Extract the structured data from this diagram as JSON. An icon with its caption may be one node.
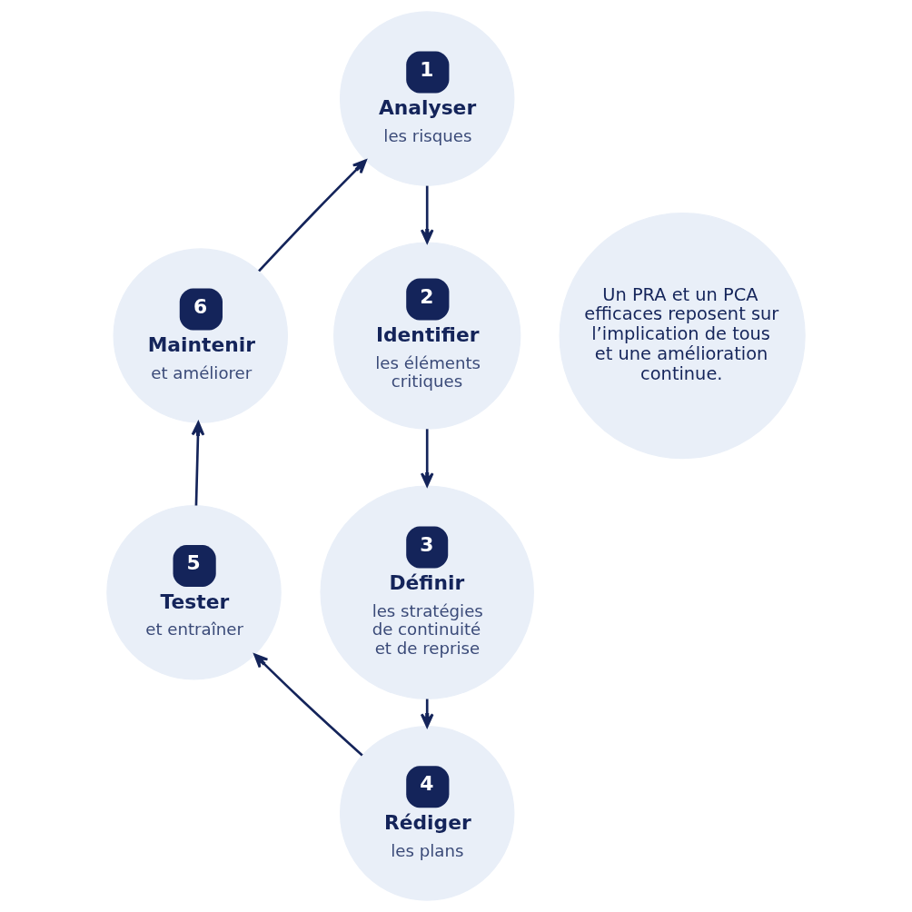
{
  "diagram": {
    "nodes": [
      {
        "text": [
          "1",
          "Analyser",
          "les risques"
        ]
      },
      {
        "text": [
          "2",
          "Identifier",
          "les éléments critiques"
        ]
      },
      {
        "text": [
          "3",
          "Définir",
          "les stratégies de continuité et de reprise"
        ]
      },
      {
        "text": [
          "4",
          "Rédiger",
          "les plans"
        ]
      },
      {
        "text": [
          "5",
          "Tester",
          "et entraîner"
        ]
      },
      {
        "text": [
          "6",
          "Maintenir",
          "et améliorer"
        ]
      },
      {
        "text": [
          "Un PRA et un PCA efficaces reposent sur l’implication de tous et une amélioration continue."
        ]
      }
    ],
    "edges": [
      {
        "from": 0,
        "to": 1,
        "arrow": "to"
      },
      {
        "from": 1,
        "to": 2,
        "arrow": "to"
      },
      {
        "from": 2,
        "to": 3,
        "arrow": "to"
      },
      {
        "from": 3,
        "to": 4,
        "arrow": "to"
      },
      {
        "from": 4,
        "to": 5,
        "arrow": "to"
      },
      {
        "from": 5,
        "to": 0,
        "arrow": "to"
      }
    ]
  }
}
